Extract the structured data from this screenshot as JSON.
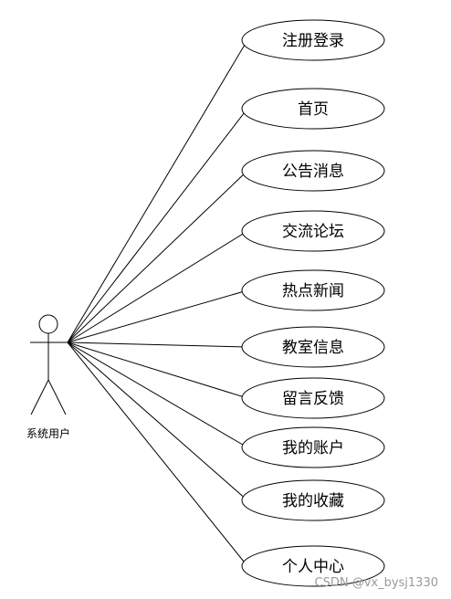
{
  "actor": {
    "label": "系统用户"
  },
  "use_cases": [
    {
      "id": "register-login",
      "label": "注册登录"
    },
    {
      "id": "home",
      "label": "首页"
    },
    {
      "id": "announcements",
      "label": "公告消息"
    },
    {
      "id": "forum",
      "label": "交流论坛"
    },
    {
      "id": "hot-news",
      "label": "热点新闻"
    },
    {
      "id": "classroom-info",
      "label": "教室信息"
    },
    {
      "id": "feedback",
      "label": "留言反馈"
    },
    {
      "id": "my-account",
      "label": "我的账户"
    },
    {
      "id": "my-favorites",
      "label": "我的收藏"
    },
    {
      "id": "personal-center",
      "label": "个人中心"
    }
  ],
  "watermark": "CSDN @vx_bysj1330",
  "colors": {
    "stroke": "#000000",
    "background": "#ffffff",
    "watermark": "#9a9a9a"
  }
}
